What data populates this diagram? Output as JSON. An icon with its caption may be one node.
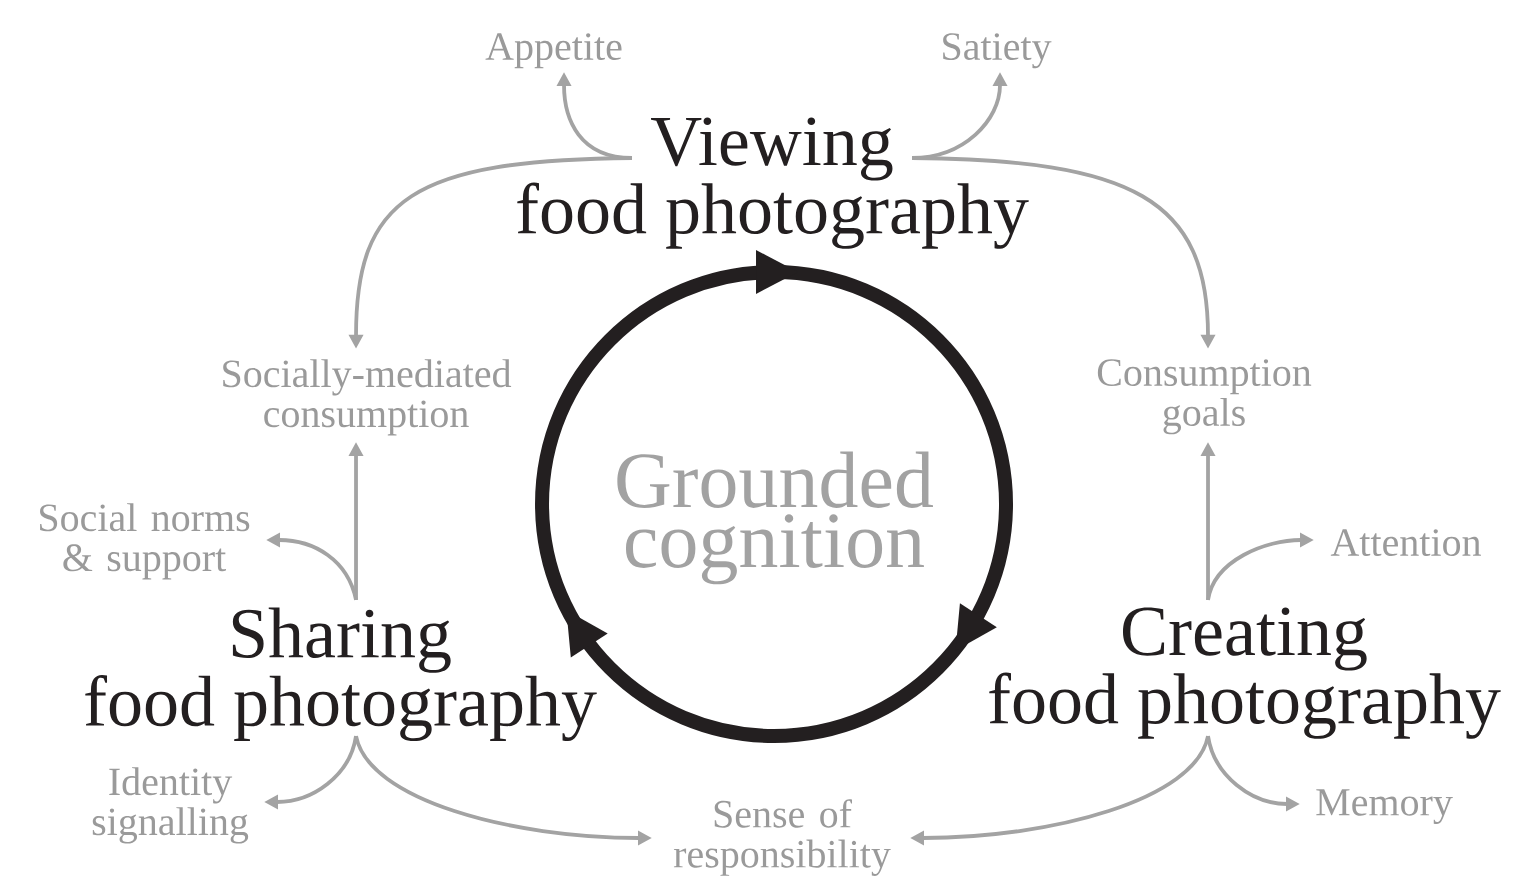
{
  "diagram": {
    "nodes": [
      {
        "text": [
          "Viewing",
          "food photography"
        ]
      },
      {
        "text": [
          "Appetite"
        ]
      },
      {
        "text": [
          "Satiety"
        ]
      },
      {
        "text": [
          "Socially-mediated consumption"
        ]
      },
      {
        "text": [
          "Consumption goals"
        ]
      },
      {
        "text": [
          "Grounded cognition"
        ]
      },
      {
        "text": [
          "Social norms & support"
        ]
      },
      {
        "text": [
          "Sharing",
          "food photography"
        ]
      },
      {
        "text": [
          "Attention"
        ]
      },
      {
        "text": [
          "Creating",
          "food photography"
        ]
      },
      {
        "text": [
          "Identity signalling"
        ]
      },
      {
        "text": [
          "Sense of responsibility"
        ]
      },
      {
        "text": [
          "Memory"
        ]
      }
    ],
    "edges": [
      {
        "from": 0,
        "to": 1,
        "arrow": "to"
      },
      {
        "from": 0,
        "to": 2,
        "arrow": "to"
      },
      {
        "from": 0,
        "to": 3,
        "arrow": "to"
      },
      {
        "from": 0,
        "to": 4,
        "arrow": "to"
      },
      {
        "from": 7,
        "to": 3,
        "arrow": "to"
      },
      {
        "from": 7,
        "to": 6,
        "arrow": "to"
      },
      {
        "from": 7,
        "to": 10,
        "arrow": "to"
      },
      {
        "from": 7,
        "to": 11,
        "arrow": "to"
      },
      {
        "from": 9,
        "to": 4,
        "arrow": "to"
      },
      {
        "from": 9,
        "to": 8,
        "arrow": "to"
      },
      {
        "from": 9,
        "to": 12,
        "arrow": "to"
      },
      {
        "from": 9,
        "to": 11,
        "arrow": "to"
      }
    ]
  }
}
